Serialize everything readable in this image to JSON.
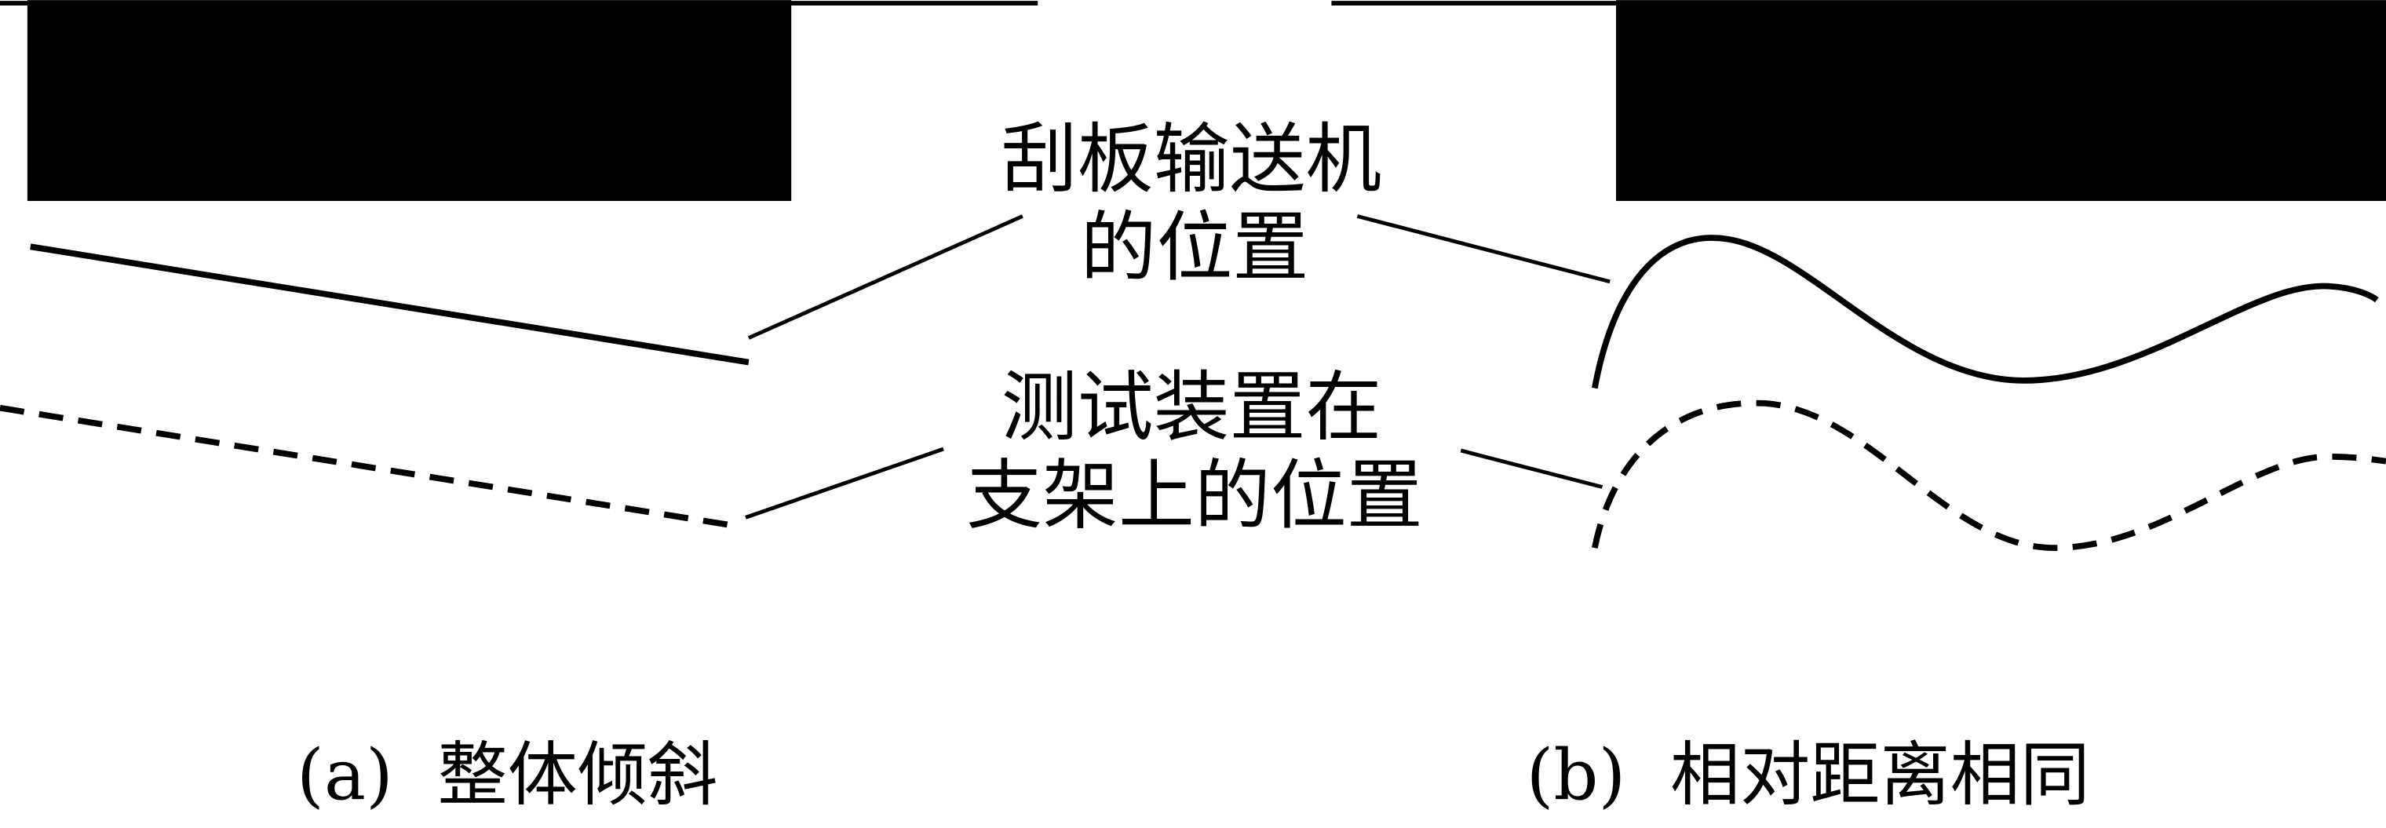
{
  "labels": {
    "conveyor_line1": "刮板输送机",
    "conveyor_line2": "的位置",
    "device_line1": "测试装置在",
    "device_line2": "支架上的位置"
  },
  "captions": {
    "a": "(a)  整体倾斜",
    "b": "(b)  相对距离相同"
  },
  "colors": {
    "ink": "#000000",
    "background": "#ffffff"
  }
}
